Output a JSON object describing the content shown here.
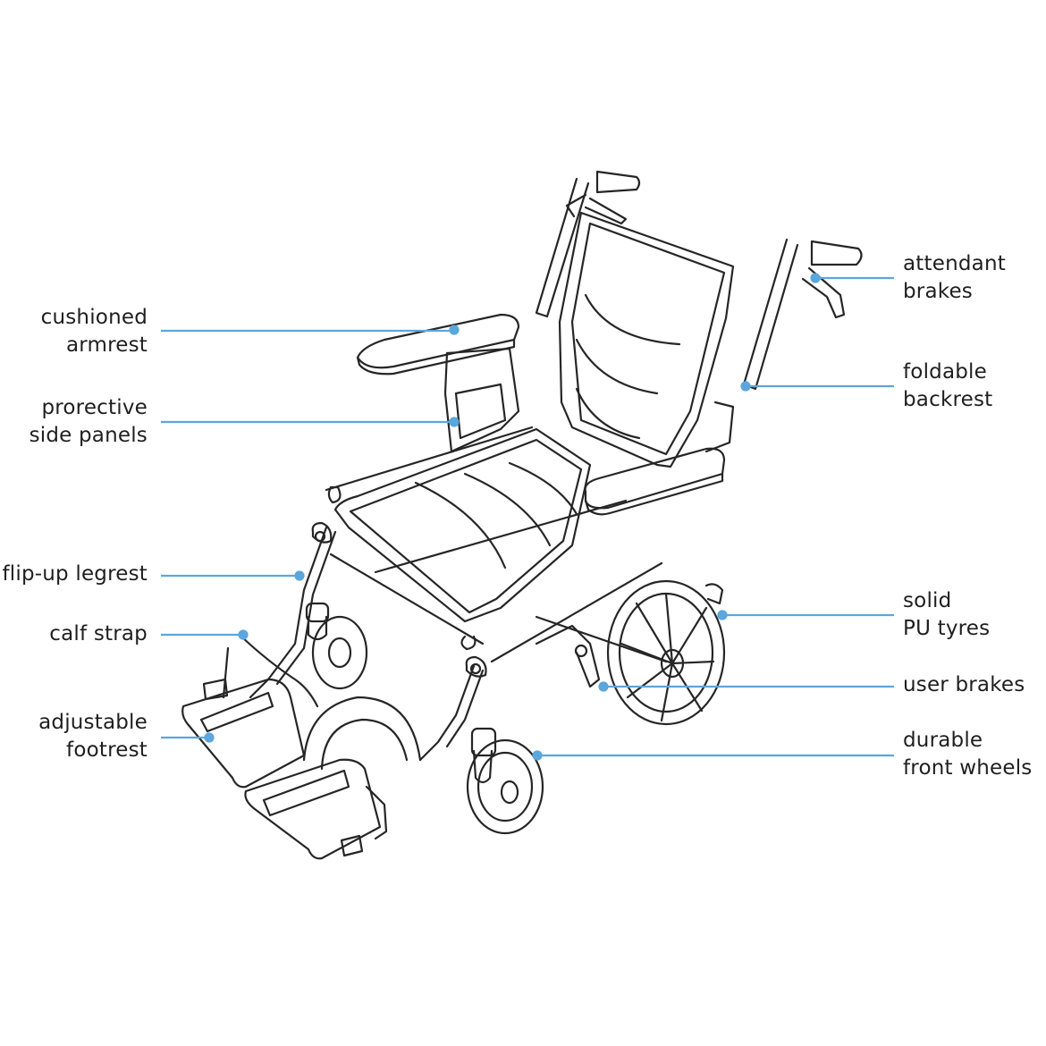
{
  "colors": {
    "leader": "#5aa6dd",
    "ink": "#262626",
    "text": "#1f1f1f",
    "background": "#ffffff"
  },
  "labels": {
    "cushioned_armrest": [
      "cushioned",
      "armrest"
    ],
    "side_panels": [
      "prorective",
      "side panels"
    ],
    "flip_up_legrest": [
      "flip-up legrest"
    ],
    "calf_strap": [
      "calf strap"
    ],
    "adjustable_footrest": [
      "adjustable",
      "footrest"
    ],
    "attendant_brakes": [
      "attendant",
      "brakes"
    ],
    "foldable_backrest": [
      "foldable",
      "backrest"
    ],
    "solid_pu_tyres": [
      "solid",
      "PU tyres"
    ],
    "user_brakes": [
      "user brakes"
    ],
    "durable_front_wheels": [
      "durable",
      "front wheels"
    ]
  }
}
